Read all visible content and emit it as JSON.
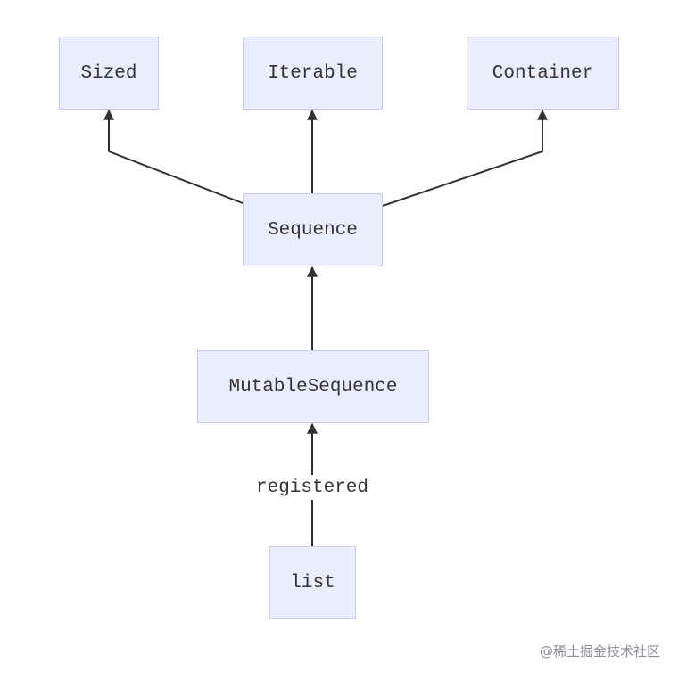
{
  "diagram": {
    "nodes": {
      "sized": "Sized",
      "iterable": "Iterable",
      "container": "Container",
      "sequence": "Sequence",
      "mutable_sequence": "MutableSequence",
      "list": "list"
    },
    "edges": [
      {
        "from": "sequence",
        "to": "sized",
        "label": ""
      },
      {
        "from": "sequence",
        "to": "iterable",
        "label": ""
      },
      {
        "from": "sequence",
        "to": "container",
        "label": ""
      },
      {
        "from": "mutable_sequence",
        "to": "sequence",
        "label": ""
      },
      {
        "from": "list",
        "to": "mutable_sequence",
        "label": "registered"
      }
    ],
    "edge_labels": {
      "list_to_mutable_sequence": "registered"
    },
    "colors": {
      "node_fill": "#ececff",
      "node_border": "#c9c9f5",
      "edge": "#333333"
    }
  },
  "watermark": "@稀土掘金技术社区"
}
